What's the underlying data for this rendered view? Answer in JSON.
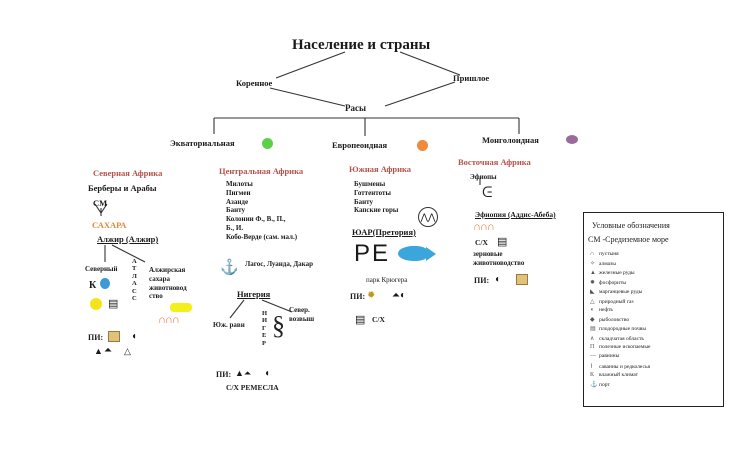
{
  "title": "Население и страны",
  "origins": {
    "left": "Коренное",
    "right": "Пришлое"
  },
  "races_label": "Расы",
  "races": [
    {
      "name": "Экваториальная",
      "color": "#5fcf4a"
    },
    {
      "name": "Европеоидная",
      "color": "#f08a3c"
    },
    {
      "name": "Монголоидная",
      "color": "#9a6a9a"
    }
  ],
  "north": {
    "heading": "Северная Африка",
    "peoples": "Берберы и Арабы",
    "sm": "СМ",
    "sahara": "САХАРА",
    "country": "Алжир (Алжир)",
    "coast": "Северный",
    "atlas_letters": "А Т Л А С С",
    "sahara_note": [
      "Алжирская",
      "сахара",
      "животновод",
      "ство"
    ],
    "pi": "ПИ:",
    "k": "К"
  },
  "central": {
    "heading": "Центральная Африка",
    "peoples": [
      "Милоты",
      "Пигмеи",
      "Азанде",
      "Банту",
      "Колонии Ф., В., П.,",
      "Б., И.",
      "Кобо-Верде (сам. мал.)"
    ],
    "ports": "Лагос, Луанда, Дакар",
    "country": "Нигерия",
    "south_label": "Юж. равн",
    "north_label": [
      "Север.",
      "возвыш"
    ],
    "niger_letters": "Н И Г Е Р",
    "pi": "ПИ:",
    "sx": "С/Х РЕМЕСЛА"
  },
  "south": {
    "heading": "Южная Африка",
    "peoples": [
      "Бушмены",
      "Готтентоты",
      "Банту",
      "Капские горы"
    ],
    "country": "ЮАР(Претория)",
    "park": "парк Крюгера",
    "pi": "ПИ:",
    "sx": "С/Х"
  },
  "east": {
    "heading": "Восточная Африка",
    "peoples": "Эфиопы",
    "country": "Эфиопия (Аддис-Абеба)",
    "sx": "С/Х",
    "note": [
      "зерновые",
      "животноводство"
    ],
    "pi": "ПИ:"
  },
  "legend": {
    "title": "Условные обозначения",
    "subtitle": "СМ -Средиземное море",
    "items": [
      {
        "icon": "∩",
        "label": "пустыня"
      },
      {
        "icon": "✧",
        "label": "алмазы"
      },
      {
        "icon": "▲",
        "label": "железные руды"
      },
      {
        "icon": "✹",
        "label": "фосфориты"
      },
      {
        "icon": "◣",
        "label": "марганцевые руды"
      },
      {
        "icon": "△",
        "label": "природный газ"
      },
      {
        "icon": "◖",
        "label": "нефть"
      },
      {
        "icon": "◆",
        "label": "рыболовство"
      },
      {
        "icon": "▤",
        "label": "плодородные почвы"
      },
      {
        "icon": "∧",
        "label": "складчатая область"
      },
      {
        "icon": "П",
        "label": "полезные ископаемые"
      },
      {
        "icon": "—",
        "label": "равнины"
      },
      {
        "icon": "⌇",
        "label": "саванны и редколесья"
      },
      {
        "icon": "К",
        "label": "влажный климат"
      },
      {
        "icon": "⚓",
        "label": "порт"
      }
    ]
  }
}
